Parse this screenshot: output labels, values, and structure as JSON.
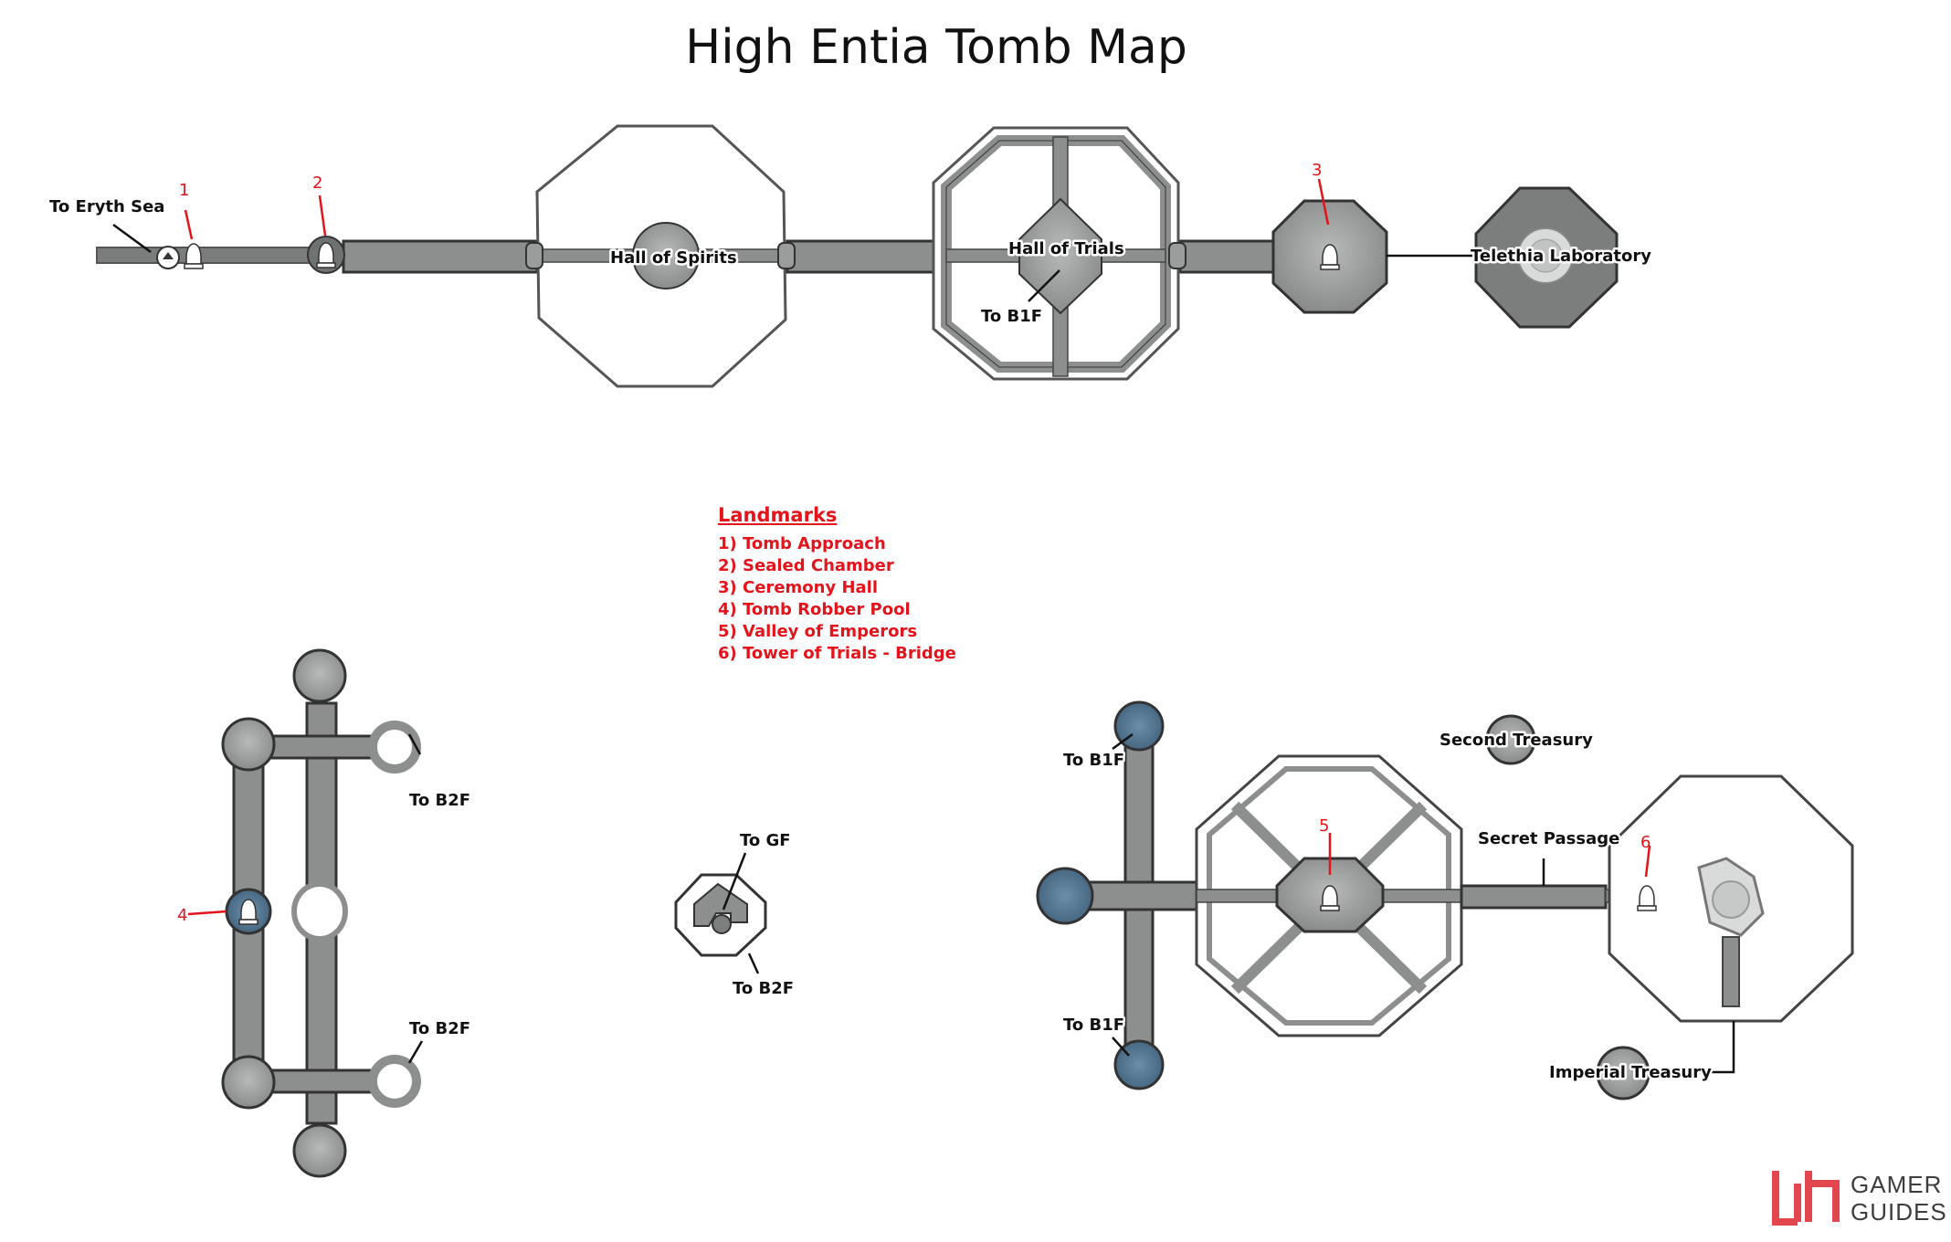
{
  "title": "High Entia Tomb Map",
  "labels": {
    "to_eryth_sea": "To Eryth Sea",
    "hall_of_spirits": "Hall of Spirits",
    "hall_of_trials": "Hall of Trials",
    "to_b1f_top": "To B1F",
    "telethia_laboratory": "Telethia Laboratory",
    "to_b2f_upper": "To B2F",
    "to_b2f_lower": "To B2F",
    "to_gf": "To GF",
    "to_b2f_small": "To B2F",
    "to_b1f_upper": "To B1F",
    "to_b1f_lower": "To B1F",
    "second_treasury": "Second Treasury",
    "secret_passage": "Secret Passage",
    "imperial_treasury": "Imperial Treasury"
  },
  "markers": [
    "1",
    "2",
    "3",
    "4",
    "5",
    "6"
  ],
  "legend": {
    "heading": "Landmarks",
    "items": [
      "1) Tomb Approach",
      "2) Sealed Chamber",
      "3) Ceremony Hall",
      "4) Tomb Robber Pool",
      "5) Valley of Emperors",
      "6) Tower of Trials - Bridge"
    ]
  },
  "brand": {
    "line1": "GAMER",
    "line2": "GUIDES"
  },
  "colors": {
    "floor": "#8c8f8d",
    "floor_dark": "#6f7370",
    "wall": "#333333",
    "water": "#4f7390",
    "marker": "#e3141b",
    "brand_red": "#e2474f"
  }
}
